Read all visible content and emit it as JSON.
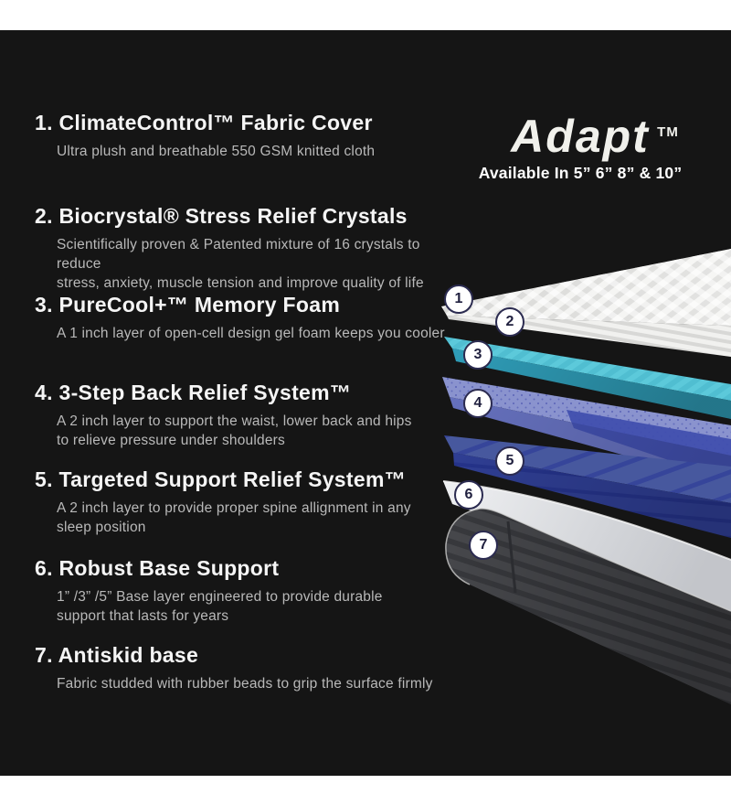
{
  "brand": {
    "name": "Adapt",
    "tm": "TM",
    "availability": "Available In 5” 6” 8” & 10”"
  },
  "features": [
    {
      "num": "1.",
      "title": "ClimateControl™ Fabric Cover",
      "description": "Ultra plush and breathable 550 GSM knitted cloth"
    },
    {
      "num": "2.",
      "title": "Biocrystal® Stress Relief Crystals",
      "description": "Scientifically proven & Patented mixture of 16 crystals to reduce\nstress, anxiety, muscle tension and improve quality of life"
    },
    {
      "num": "3.",
      "title": "PureCool+™ Memory Foam",
      "description": "A 1 inch layer of open-cell design gel foam keeps you cooler"
    },
    {
      "num": "4.",
      "title": "3-Step Back Relief System™",
      "description": "A 2 inch layer to support the waist, lower back and hips\nto relieve pressure under shoulders"
    },
    {
      "num": "5.",
      "title": "Targeted Support Relief System™",
      "description": "A 2 inch layer to provide proper spine allignment in any\nsleep position"
    },
    {
      "num": "6.",
      "title": "Robust Base Support",
      "description": "1” /3” /5” Base layer engineered to provide durable\nsupport that lasts for years"
    },
    {
      "num": "7.",
      "title": "Antiskid base",
      "description": "Fabric studded with rubber beads to grip the surface firmly"
    }
  ],
  "diagram": {
    "callouts": [
      {
        "label": "1",
        "layer": "fabric-cover"
      },
      {
        "label": "2",
        "layer": "stress-relief-crystals"
      },
      {
        "label": "3",
        "layer": "gel-memory-foam"
      },
      {
        "label": "4",
        "layer": "back-relief-foam"
      },
      {
        "label": "5",
        "layer": "targeted-support-foam"
      },
      {
        "label": "6",
        "layer": "robust-base"
      },
      {
        "label": "7",
        "layer": "antiskid-base"
      }
    ],
    "layer_colors": {
      "fabric_cover": "#f3f3f1",
      "gel_memory_foam": "#54c2d4",
      "back_relief_foam": "#8a93ce",
      "back_relief_dark_zone": "#3f4dae",
      "targeted_support_foam": "#47589e",
      "robust_base": "#d9dadd",
      "antiskid_base": "#47484c"
    }
  },
  "colors": {
    "panel_background": "#151515",
    "page_border": "#ffffff",
    "heading_text": "#f5f5f5",
    "body_text": "#b9b9b9",
    "callout_ring": "#2b2b50"
  }
}
